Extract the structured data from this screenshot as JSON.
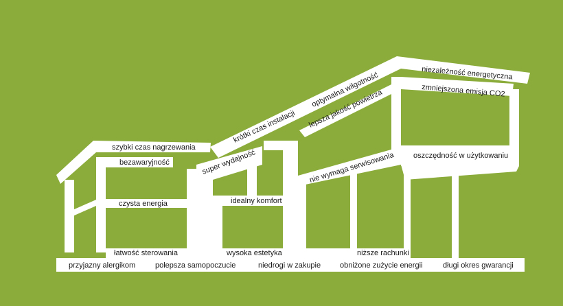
{
  "colors": {
    "background": "#8bac3a",
    "shape": "#ffffff",
    "text": "#1a1a1a"
  },
  "base_labels": [
    "przyjazny alergikom",
    "polepsza samopoczucie",
    "niedrogi w zakupie",
    "obniżone zużycie energii",
    "długi okres gwarancji"
  ],
  "left_wing_labels": [
    "szybki czas nagrzewania",
    "bezawaryjność",
    "czysta energia",
    "łatwość sterowania"
  ],
  "center_labels": [
    "super wydajność",
    "idealny komfort",
    "wysoka estetyka"
  ],
  "roof_labels": [
    "krótki czas instalacji",
    "optymalna wilgotność",
    "lepsza jakość powietrza",
    "nie wymaga serwisowania"
  ],
  "right_labels": [
    "niezależność energetyczna",
    "zmniejszona emisja CO2",
    "oszczędność w użytkowaniu",
    "niższe rachunki"
  ]
}
